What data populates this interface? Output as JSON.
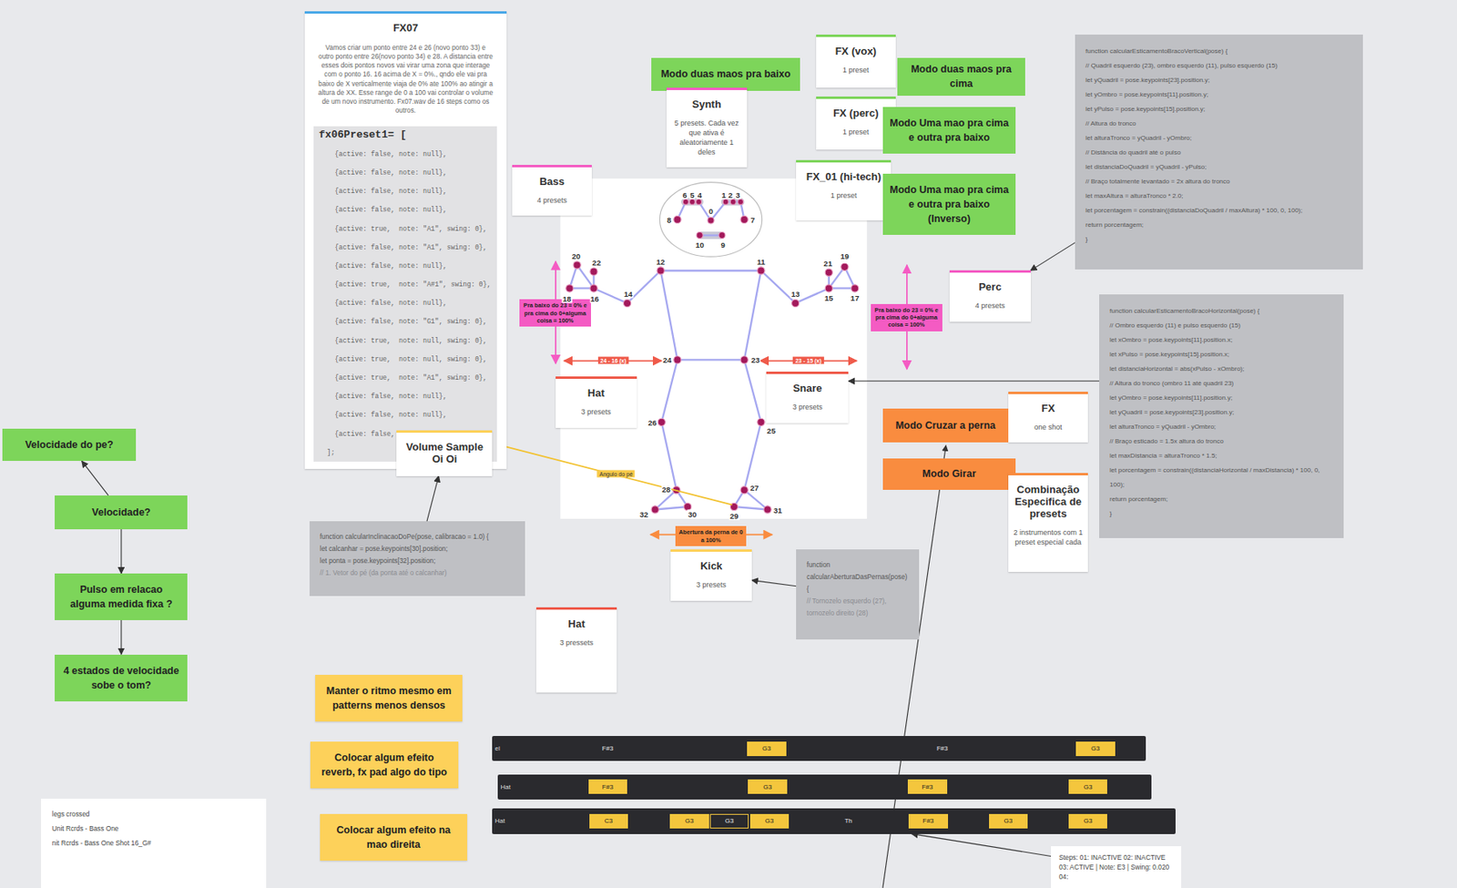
{
  "diagram": {
    "nodes": [
      {
        "text": [
          "FX07",
          "Vamos criar um ponto entre 24 e 26 (novo ponto 33) e outro ponto entre 26(novo ponto 34) e 28. A distancia entre esses dois pontos novos vai virar uma zona que interage com o ponto 16. 16 acima de X = 0%., qndo ele vai pra baixo de X verticalmente viaja de 0% ate 100% ao atingir a altura de XX. Esse range de 0 a 100 vai controlar o volume de um novo instrumento. Fx07.wav de 16 steps como os outros."
        ]
      },
      {
        "text": [
          "fx06Preset1= [",
          "  {active: false, note: null},",
          "  {active: false, note: null},",
          "  {active: false, note: null},",
          "  {active: false, note: null},",
          "  {active: true,  note: \"A1\", swing: 0},",
          "  {active: false, note: \"A1\", swing: 0},",
          "  {active: false, note: null},",
          "  {active: true,  note: \"A#1\", swing: 0},",
          "  {active: false, note: null},",
          "  {active: false, note: \"G1\", swing: 0},",
          "  {active: true,  note: null, swing: 0},",
          "  {active: true,  note: null, swing: 0},",
          "  {active: true,  note: \"A1\", swing: 0},",
          "  {active: false, note: null},",
          "  {active: false, note: null},",
          "  {active: false, note: null}",
          "];"
        ],
        "in": 0
      },
      {
        "text": [
          "Modo duas maos pra baixo"
        ]
      },
      {
        "text": [
          "FX (vox)",
          "1 preset"
        ]
      },
      {
        "text": [
          "Modo duas maos pra cima"
        ]
      },
      {
        "text": [
          "Synth",
          "5 presets. Cada vez que ativa é aleatoriamente 1 deles"
        ]
      },
      {
        "text": [
          "FX (perc)",
          "1 preset"
        ]
      },
      {
        "text": [
          "Modo Uma mao pra cima e outra pra baixo"
        ]
      },
      {
        "text": [
          "function calcularEsticamentoBracoVertical(pose) {",
          "// Quadril esquerdo (23), ombro esquerdo (11), pulso esquerdo (15)",
          "let yQuadril = pose.keypoints[23].position.y;",
          "let yOmbro = pose.keypoints[11].position.y;",
          "let yPulso = pose.keypoints[15].position.y;",
          "// Altura do tronco",
          "let alturaTronco = yQuadril - yOmbro;",
          "// Distância do quadril até o pulso",
          "let distanciaDoQuadril = yQuadril - yPulso;",
          "// Braço totalmente levantado = 2x altura do tronco",
          "let maxAltura = alturaTronco * 2.0;",
          "let porcentagem = constrain((distanciaDoQuadril / maxAltura) * 100, 0, 100);",
          "return porcentagem;",
          "}"
        ]
      },
      {
        "text": [
          "Bass",
          "4 presets"
        ]
      },
      {
        "text": [
          "FX_01 (hi-tech)",
          "1 preset"
        ]
      },
      {
        "text": [
          "Modo Uma mao pra cima e outra pra baixo (Inverso)"
        ]
      },
      {
        "text": [
          "Perc",
          "4 presets"
        ]
      },
      {
        "text": [
          "Pra baixo do 23 = 0% e pra cima do 0+alguma coisa = 100%"
        ]
      },
      {
        "text": [
          "Pra baixo do 23 = 0% e pra cima do 0+alguma coisa = 100%"
        ]
      },
      {
        "text": [
          "function calcularEsticamentoBracoHorizontal(pose) {",
          "// Ombro esquerdo (11) e pulso esquerdo (15)",
          "let xOmbro = pose.keypoints[11].position.x;",
          "let xPulso = pose.keypoints[15].position.x;",
          "let distanciaHorizontal = abs(xPulso - xOmbro);",
          "// Altura do tronco (ombro 11 até quadril 23)",
          "let yOmbro = pose.keypoints[11].position.y;",
          "let yQuadril = pose.keypoints[23].position.y;",
          "let alturaTronco = yQuadril - yOmbro;",
          "// Braço esticado = 1.5x altura do tronco",
          "let maxDistancia = alturaTronco * 1.5;",
          "let porcentagem = constrain((distanciaHorizontal / maxDistancia) * 100, 0, 100);",
          "return porcentagem;",
          "}"
        ]
      },
      {
        "text": [
          "Snare",
          "3 presets"
        ]
      },
      {
        "text": [
          "Hat",
          "3 presets"
        ]
      },
      {
        "text": [
          "FX",
          "one shot"
        ]
      },
      {
        "text": [
          "Modo Cruzar a perna"
        ]
      },
      {
        "text": [
          "Velocidade do pe?"
        ]
      },
      {
        "text": [
          "Volume Sample Oi Oi"
        ]
      },
      {
        "text": [
          "Modo Girar"
        ]
      },
      {
        "text": [
          "Combinação Especifica de presets",
          "2 instrumentos com 1 preset especial cada"
        ]
      },
      {
        "text": [
          "Velocidade?"
        ]
      },
      {
        "text": [
          "function calcularInclinacaoDoPe(pose, calibracao = 1.0) {",
          "let calcanhar = pose.keypoints[30].position;",
          "let ponta = pose.keypoints[32].position;",
          "// 1. Vetor do pé (da ponta até o calcanhar)"
        ]
      },
      {
        "text": [
          "Abertura da perna de 0 a 100%"
        ]
      },
      {
        "text": [
          "Kick",
          "3 presets"
        ]
      },
      {
        "text": [
          "function calcularAberturaDasPernas(pose) {",
          "// Tornozelo esquerdo (27), tornozelo direito (28)"
        ]
      },
      {
        "text": [
          "Pulso em relacao alguma medida fixa ?"
        ]
      },
      {
        "text": [
          "Hat",
          "3 pressets"
        ]
      },
      {
        "text": [
          "4 estados de velocidade sobe o tom?"
        ]
      },
      {
        "text": [
          "Manter o ritmo mesmo em patterns menos densos"
        ]
      },
      {
        "text": [
          "el",
          "F#3",
          "G3",
          "F#3",
          "G3"
        ]
      },
      {
        "text": [
          "Colocar algum efeito reverb, fx pad algo do tipo"
        ]
      },
      {
        "text": [
          "Hat",
          "F#3",
          "G3",
          "F#3",
          "G3"
        ]
      },
      {
        "text": [
          "Hat",
          "C3",
          "G3",
          "G3",
          "G3",
          "Th",
          "F#3",
          "G3",
          "G3"
        ]
      },
      {
        "text": [
          "Colocar algum efeito na mao direita"
        ]
      },
      {
        "text": [
          "legs crossed",
          "Unit Rcrds - Bass One",
          "nit Rcrds - Bass One Shot 16_G#"
        ]
      },
      {
        "text": [
          "Steps: 01: INACTIVE 02: INACTIVE 03: ACTIVE | Note: E3 | Swing: 0.020 04:"
        ]
      }
    ],
    "edges": [
      {
        "from": 24,
        "to": 20,
        "arrow": "to"
      },
      {
        "from": 24,
        "to": 29,
        "arrow": "to"
      },
      {
        "from": 29,
        "to": 31,
        "arrow": "to"
      },
      {
        "from": 25,
        "to": 21,
        "arrow": "to"
      },
      {
        "from": 28,
        "to": 27,
        "arrow": "to"
      },
      {
        "from": 8,
        "to": 12,
        "arrow": "to"
      },
      {
        "from": 15,
        "to": 16,
        "arrow": "to"
      },
      {
        "from": 39,
        "to": 36,
        "arrow": "to"
      }
    ],
    "labels": [
      "6",
      "5",
      "4",
      "1",
      "2",
      "3",
      "8",
      "0",
      "7",
      "10",
      "9",
      "20",
      "22",
      "18",
      "16",
      "14",
      "12",
      "11",
      "13",
      "21",
      "19",
      "15",
      "17",
      "24",
      "23",
      "26",
      "25",
      "28",
      "27",
      "32",
      "30",
      "29",
      "31",
      "24 - 16 (x)",
      "23 - 15 (x)",
      "Angulo do pé"
    ]
  }
}
